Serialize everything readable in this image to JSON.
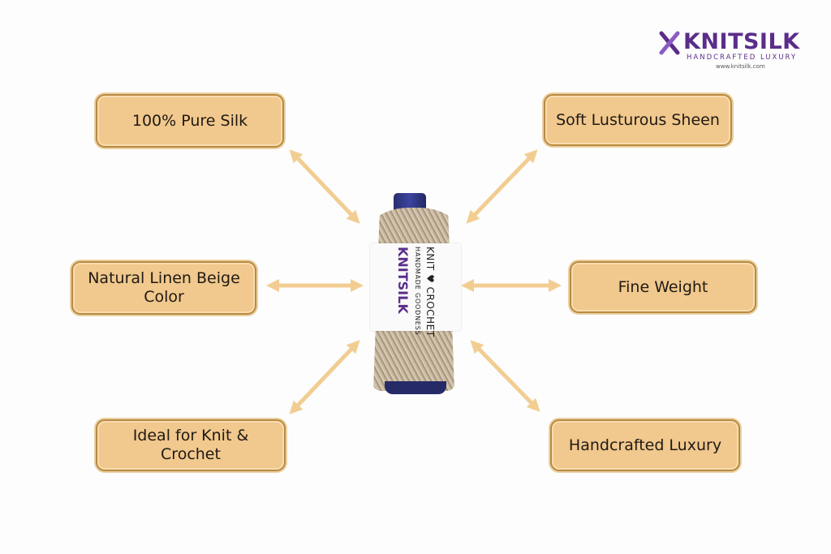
{
  "brand": {
    "name": "KNITSILK",
    "tagline": "HANDCRAFTED LUXURY",
    "url": "www.knitsilk.com",
    "color": "#5b2d8a"
  },
  "center": {
    "label_line1": "KNIT ♥ CROCHET",
    "label_line2": "HANDMADE GOODNESS",
    "label_brand": "KNITSILK",
    "spool_color": "#2a2f6e",
    "thread_color": "#c9b8a0"
  },
  "features": [
    {
      "text": "100% Pure Silk"
    },
    {
      "text": "Soft Lusturous Sheen"
    },
    {
      "text": "Natural Linen Beige Color"
    },
    {
      "text": "Fine Weight"
    },
    {
      "text": "Ideal for Knit & Crochet"
    },
    {
      "text": "Handcrafted Luxury"
    }
  ],
  "style": {
    "box_fill": "#f1c88d",
    "box_border": "#b98a3f",
    "arrow_color": "#f2cd92"
  }
}
